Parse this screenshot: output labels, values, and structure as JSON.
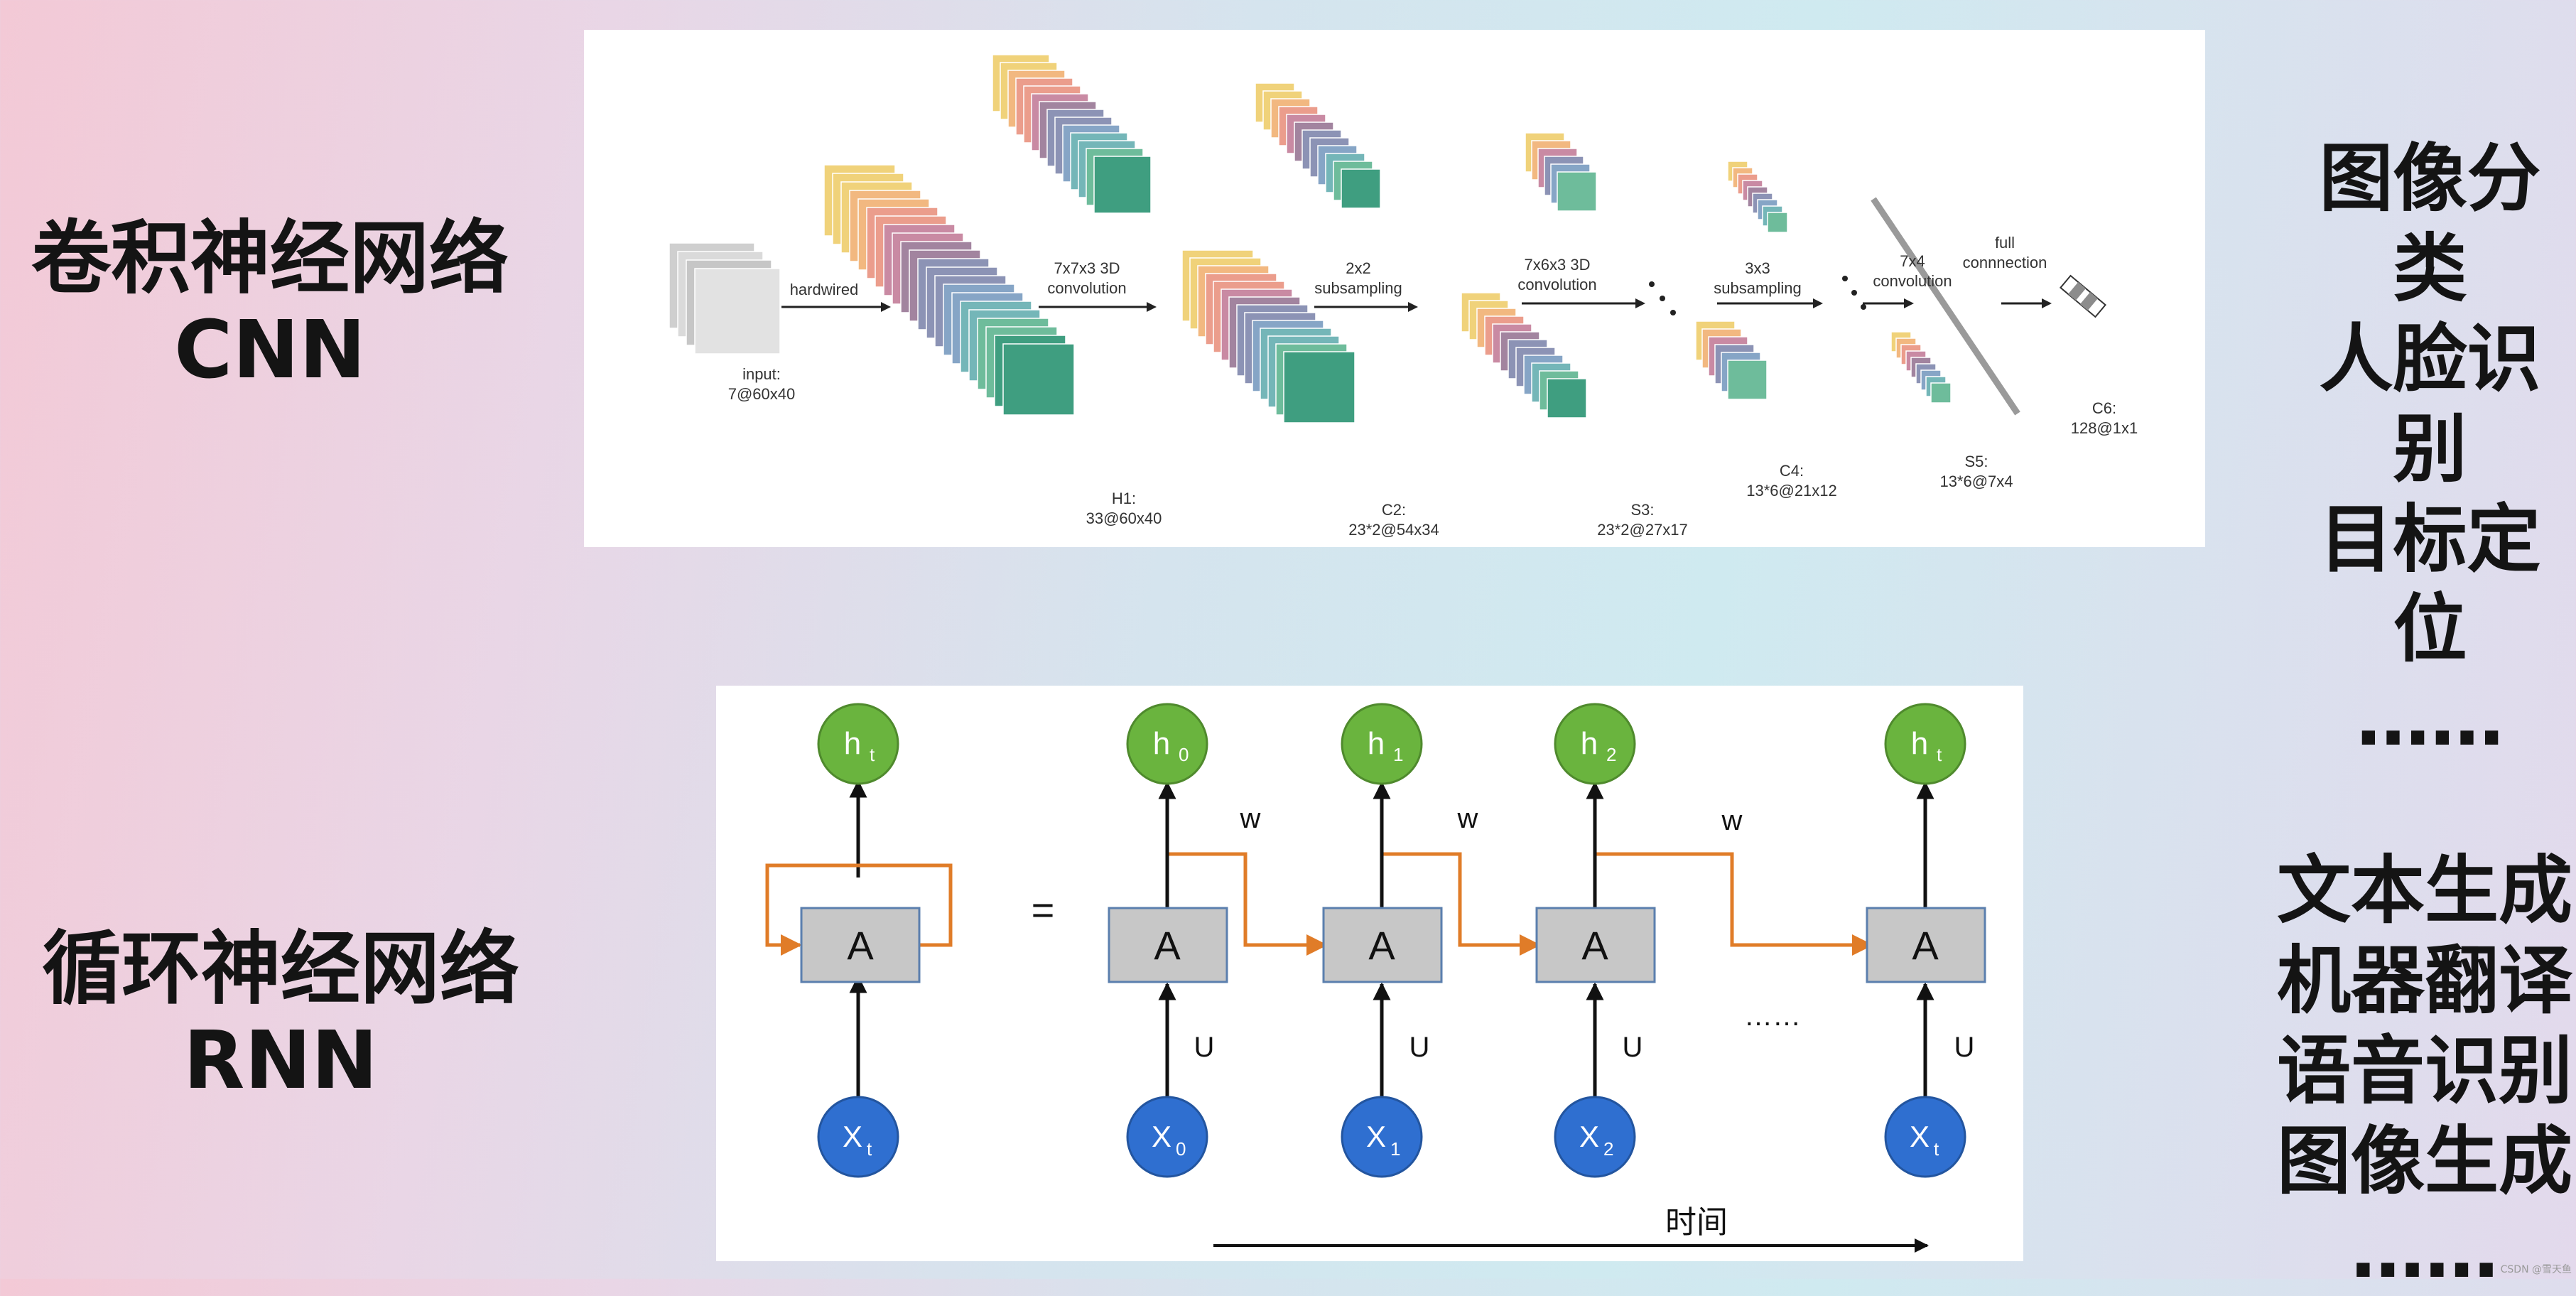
{
  "cnn": {
    "label_line1": "卷积神经网络",
    "label_line2": "CNN",
    "applications": [
      "图像分类",
      "人脸识别",
      "目标定位",
      "……"
    ],
    "stages": [
      {
        "name": "input",
        "line1": "input:",
        "line2": "7@60x40"
      },
      {
        "name": "h1",
        "line1": "H1:",
        "line2": "33@60x40"
      },
      {
        "name": "c2",
        "line1": "C2:",
        "line2": "23*2@54x34"
      },
      {
        "name": "s3",
        "line1": "S3:",
        "line2": "23*2@27x17"
      },
      {
        "name": "c4",
        "line1": "C4:",
        "line2": "13*6@21x12"
      },
      {
        "name": "s5",
        "line1": "S5:",
        "line2": "13*6@7x4"
      },
      {
        "name": "c6",
        "line1": "C6:",
        "line2": "128@1x1"
      }
    ],
    "ops": [
      {
        "line1": "hardwired",
        "line2": ""
      },
      {
        "line1": "7x7x3 3D",
        "line2": "convolution"
      },
      {
        "line1": "2x2",
        "line2": "subsampling"
      },
      {
        "line1": "7x6x3 3D",
        "line2": "convolution"
      },
      {
        "line1": "3x3",
        "line2": "subsampling"
      },
      {
        "line1": "7x4",
        "line2": "convolution"
      },
      {
        "line1": "full",
        "line2": "connnection"
      }
    ],
    "colors": [
      "#f0d27a",
      "#f2b880",
      "#eb9d8c",
      "#c98aa3",
      "#a2849f",
      "#8c93b5",
      "#86a5c6",
      "#74b6b8",
      "#6ebc9b",
      "#3f9e80"
    ]
  },
  "rnn": {
    "label_line1": "循环神经网络",
    "label_line2": "RNN",
    "applications": [
      "文本生成",
      "机器翻译",
      "语音识别",
      "图像生成",
      "……"
    ],
    "cell_label": "A",
    "equals": "=",
    "ellipsis": "……",
    "weight_w": "w",
    "weight_u": "U",
    "time_label": "时间",
    "rolled": {
      "h": "h",
      "h_sub": "t",
      "x": "X",
      "x_sub": "t"
    },
    "steps": [
      {
        "h": "h",
        "h_sub": "0",
        "x": "X",
        "x_sub": "0"
      },
      {
        "h": "h",
        "h_sub": "1",
        "x": "X",
        "x_sub": "1"
      },
      {
        "h": "h",
        "h_sub": "2",
        "x": "X",
        "x_sub": "2"
      },
      {
        "h": "h",
        "h_sub": "t",
        "x": "X",
        "x_sub": "t"
      }
    ],
    "colors": {
      "h_node": "#6ab43e",
      "x_node": "#2f6fd0",
      "cell_fill": "#c7c7c7",
      "cell_stroke": "#5b7fae",
      "recurrent": "#e07c28"
    }
  },
  "watermark": "CSDN @雪天鱼"
}
